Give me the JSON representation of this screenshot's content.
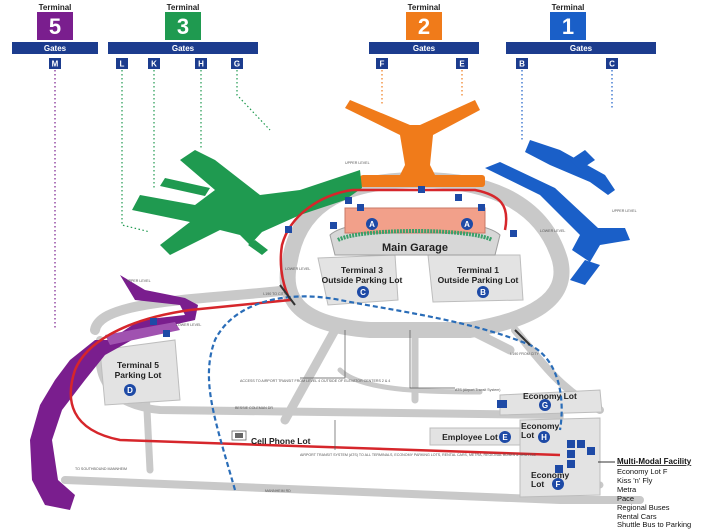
{
  "terminals": [
    {
      "key": "t5",
      "title": "Terminal",
      "number": "5",
      "color": "#7a1e8e",
      "gates_label": "Gates",
      "gates": [
        "M"
      ]
    },
    {
      "key": "t3",
      "title": "Terminal",
      "number": "3",
      "color": "#1f9a50",
      "gates_label": "Gates",
      "gates": [
        "L",
        "K",
        "H",
        "G"
      ]
    },
    {
      "key": "t2",
      "title": "Terminal",
      "number": "2",
      "color": "#f07b1a",
      "gates_label": "Gates",
      "gates": [
        "F",
        "E"
      ]
    },
    {
      "key": "t1",
      "title": "Terminal",
      "number": "1",
      "color": "#1a5fc8",
      "gates_label": "Gates",
      "gates": [
        "B",
        "C"
      ]
    }
  ],
  "colors": {
    "header_bar": "#1c3c8e",
    "road": "#c9c9c9",
    "red_route": "#d6262b",
    "blue_route": "#2a6db8",
    "garage_pink": "#f2a08a",
    "marker_blue": "#1e4aa6"
  },
  "labels": {
    "main_garage": "Main Garage",
    "t3_lot_line1": "Terminal 3",
    "t3_lot_line2": "Outside Parking Lot",
    "t1_lot_line1": "Terminal 1",
    "t1_lot_line2": "Outside Parking Lot",
    "t5_lot_line1": "Terminal 5",
    "t5_lot_line2": "Parking Lot",
    "cell_phone_lot": "Cell Phone Lot",
    "employee_lot": "Employee Lot",
    "economy_lot_top": "Economy Lot",
    "economy_lot_mid_1": "Economy",
    "economy_lot_mid_2": "Lot",
    "economy_lot_bot_1": "Economy",
    "economy_lot_bot_2": "Lot",
    "upper_level": "UPPER LEVEL",
    "lower_level": "LOWER LEVEL",
    "to_city": "I-190 TO CITY",
    "from_city": "I-190 FROM CITY",
    "bessie": "BESSIE COLEMAN DR",
    "mannheim": "MANNHEIM RD",
    "mannheim_south": "TO SOUTHBOUND MANNHEIM",
    "access_note": "ACCESS TO AIRPORT TRANSIT FROM LEVEL 4 OUTSIDE OF ELEVATOR CENTERS 2 & 4",
    "transit_note": "AIRPORT TRANSIT SYSTEM (ATS) TO ALL TERMINALS, ECONOMY PARKING LOTS, RENTAL CARS, METRA, REGIONAL BUSES & SHUTTLE",
    "ats_note": "ATS (Airport Transit System)"
  },
  "markers": {
    "A": "A",
    "B": "B",
    "C": "C",
    "D": "D",
    "E": "E",
    "F": "F",
    "G": "G",
    "H": "H"
  },
  "multimodal": {
    "title": "Multi-Modal Facility",
    "items": [
      "Economy Lot F",
      "Kiss 'n' Fly",
      "Metra",
      "Pace",
      "Regional Buses",
      "Rental Cars",
      "Shuttle Bus to Parking"
    ]
  }
}
